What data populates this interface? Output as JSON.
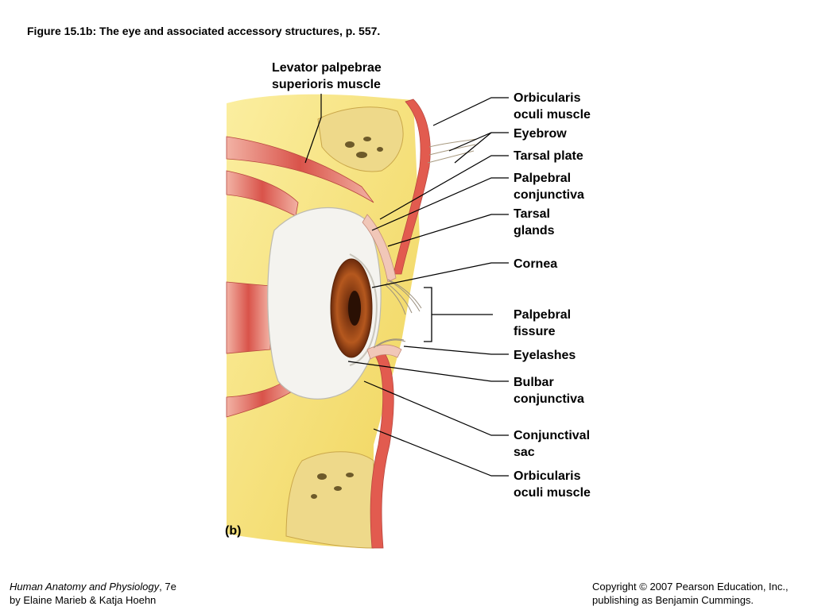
{
  "figure_title": "Figure 15.1b:  The eye and associated accessory structures, p. 557.",
  "labels": {
    "levator_1": "Levator palpebrae",
    "levator_2": "superioris muscle",
    "orbicularis_top_1": "Orbicularis",
    "orbicularis_top_2": "oculi muscle",
    "eyebrow": "Eyebrow",
    "tarsal_plate": "Tarsal plate",
    "palpebral_conj_1": "Palpebral",
    "palpebral_conj_2": "conjunctiva",
    "tarsal_glands_1": "Tarsal",
    "tarsal_glands_2": "glands",
    "cornea": "Cornea",
    "palpebral_fissure_1": "Palpebral",
    "palpebral_fissure_2": "fissure",
    "eyelashes": "Eyelashes",
    "bulbar_conj_1": "Bulbar",
    "bulbar_conj_2": "conjunctiva",
    "conj_sac_1": "Conjunctival",
    "conj_sac_2": "sac",
    "orbicularis_bottom_1": "Orbicularis",
    "orbicularis_bottom_2": "oculi muscle"
  },
  "panel_tag": "(b)",
  "footer": {
    "book_title": "Human Anatomy and Physiology",
    "edition": ", 7e",
    "authors": "by Elaine Marieb & Katja Hoehn",
    "copyright": "Copyright © 2007 Pearson Education, Inc.,",
    "publisher": "publishing as Benjamin Cummings."
  },
  "colors": {
    "fat": "#f6e27a",
    "fat_dark": "#e9c94a",
    "muscle": "#d9534a",
    "muscle_light": "#ef9c8c",
    "sclera": "#f3f2ee",
    "iris": "#a8501c",
    "leader_line": "#000000"
  }
}
